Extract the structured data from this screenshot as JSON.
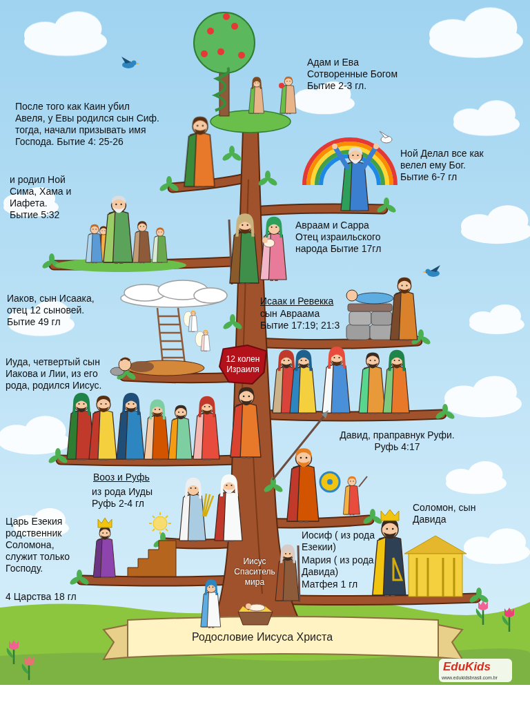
{
  "diagram": {
    "title": "Родословие Иисуса Христа",
    "nodes": [
      {
        "text": [
          "12 колен Израиля"
        ]
      }
    ],
    "labels": [
      "Адам и Ева Сотворенные Богом Бытие 2-3 гл.",
      "После того как Каин убил Авеля, у Евы родился сын Сиф. тогда, начали призывать имя Господа. Бытие 4: 25-26",
      "Ной Делал все как велел ему Бог. Бытие 6-7 гл",
      "и родил Ной Сима, Хама и Иафета. Бытие 5:32",
      "Авраам и Сарра Отец израильского народа Бытие 17гл",
      "Иаков, сын Исаака, отец 12 сыновей. Бытие 49 гл",
      "Исаак и Ревекка",
      "сын Авраама Бытие 17:19; 21:3",
      "Иуда, четвертый сын Иакова и Лии, из его рода, родился Иисус.",
      "Давид, праправнук Руфи. Руфь 4:17",
      "Вооз и Руфь",
      "из рода Иуды Руфь 2-4 гл",
      "Соломон, сын Давида",
      "Царь Езекия родственник Соломона, служит только Господу.",
      "Иосиф ( из рода Езекии)",
      "Мария ( из рода Давида)",
      "Матфея 1 гл",
      "Иисус Спаситель мира",
      "4 Царства 18 гл",
      "EduKids",
      "www.edukidsbrasil.com.br"
    ]
  }
}
